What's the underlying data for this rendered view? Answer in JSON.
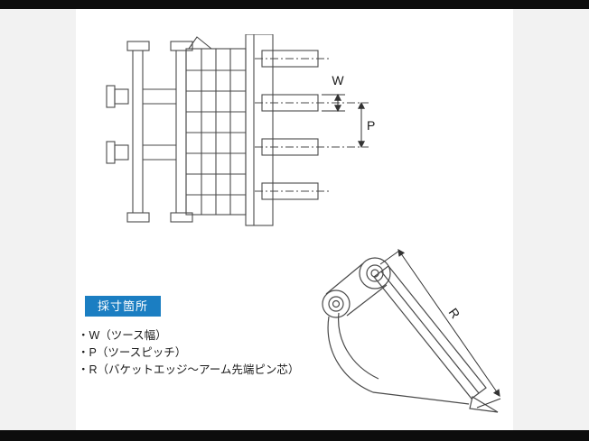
{
  "page": {
    "background": "#f2f2f2",
    "panel": "#ffffff",
    "frame_bar": "#0d0d0d"
  },
  "measure_label": {
    "text": "採寸箇所",
    "background": "#1b7ec2",
    "color": "#ffffff"
  },
  "legend": {
    "items": [
      {
        "text": "・W（ツース幅）"
      },
      {
        "text": "・P（ツースピッチ）"
      },
      {
        "text": "・R（バケットエッジ～アーム先端ピン芯）"
      }
    ]
  },
  "dimensions": {
    "w_label": "W",
    "p_label": "P",
    "r_label": "R"
  }
}
